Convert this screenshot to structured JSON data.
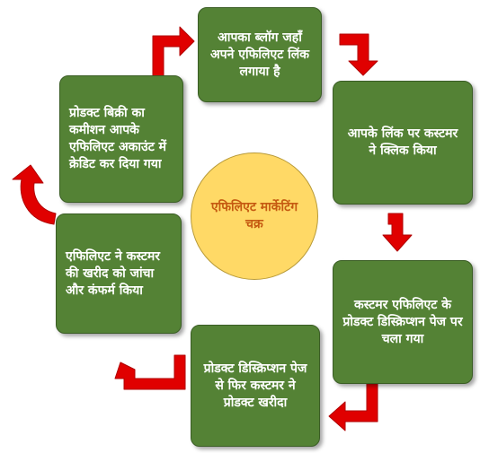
{
  "center": {
    "label": "एफिलिएट मार्केटिंग चक्र"
  },
  "steps": [
    {
      "id": "step-1",
      "text": "आपका ब्लॉग जहाँ अपने एफिलिएट लिंक लगाया है"
    },
    {
      "id": "step-2",
      "text": "आपके लिंक पर कस्टमर ने क्लिक किया"
    },
    {
      "id": "step-3",
      "text": "कस्टमर एफिलिएट के प्रोडक्ट डिस्क्रिप्शन पेज पर चला गया"
    },
    {
      "id": "step-4",
      "text": "प्रोडक्ट डिस्क्रिप्शन पेज से फिर कस्टमर ने प्रोडक्ट खरीदा"
    },
    {
      "id": "step-5",
      "text": "एफिलिएट ने कस्टमर की खरीद को जांचा और कंफर्म किया"
    },
    {
      "id": "step-6",
      "text": "प्रोडक्ट बिक्री का कमीशन आपके एफिलिएट अकाउंट में क्रेडिट कर दिया गया"
    }
  ],
  "colors": {
    "box_fill": "#548235",
    "box_text": "#ffffff",
    "center_fill": "#ffd966",
    "center_text": "#c55a11",
    "arrow": "#e00000"
  }
}
